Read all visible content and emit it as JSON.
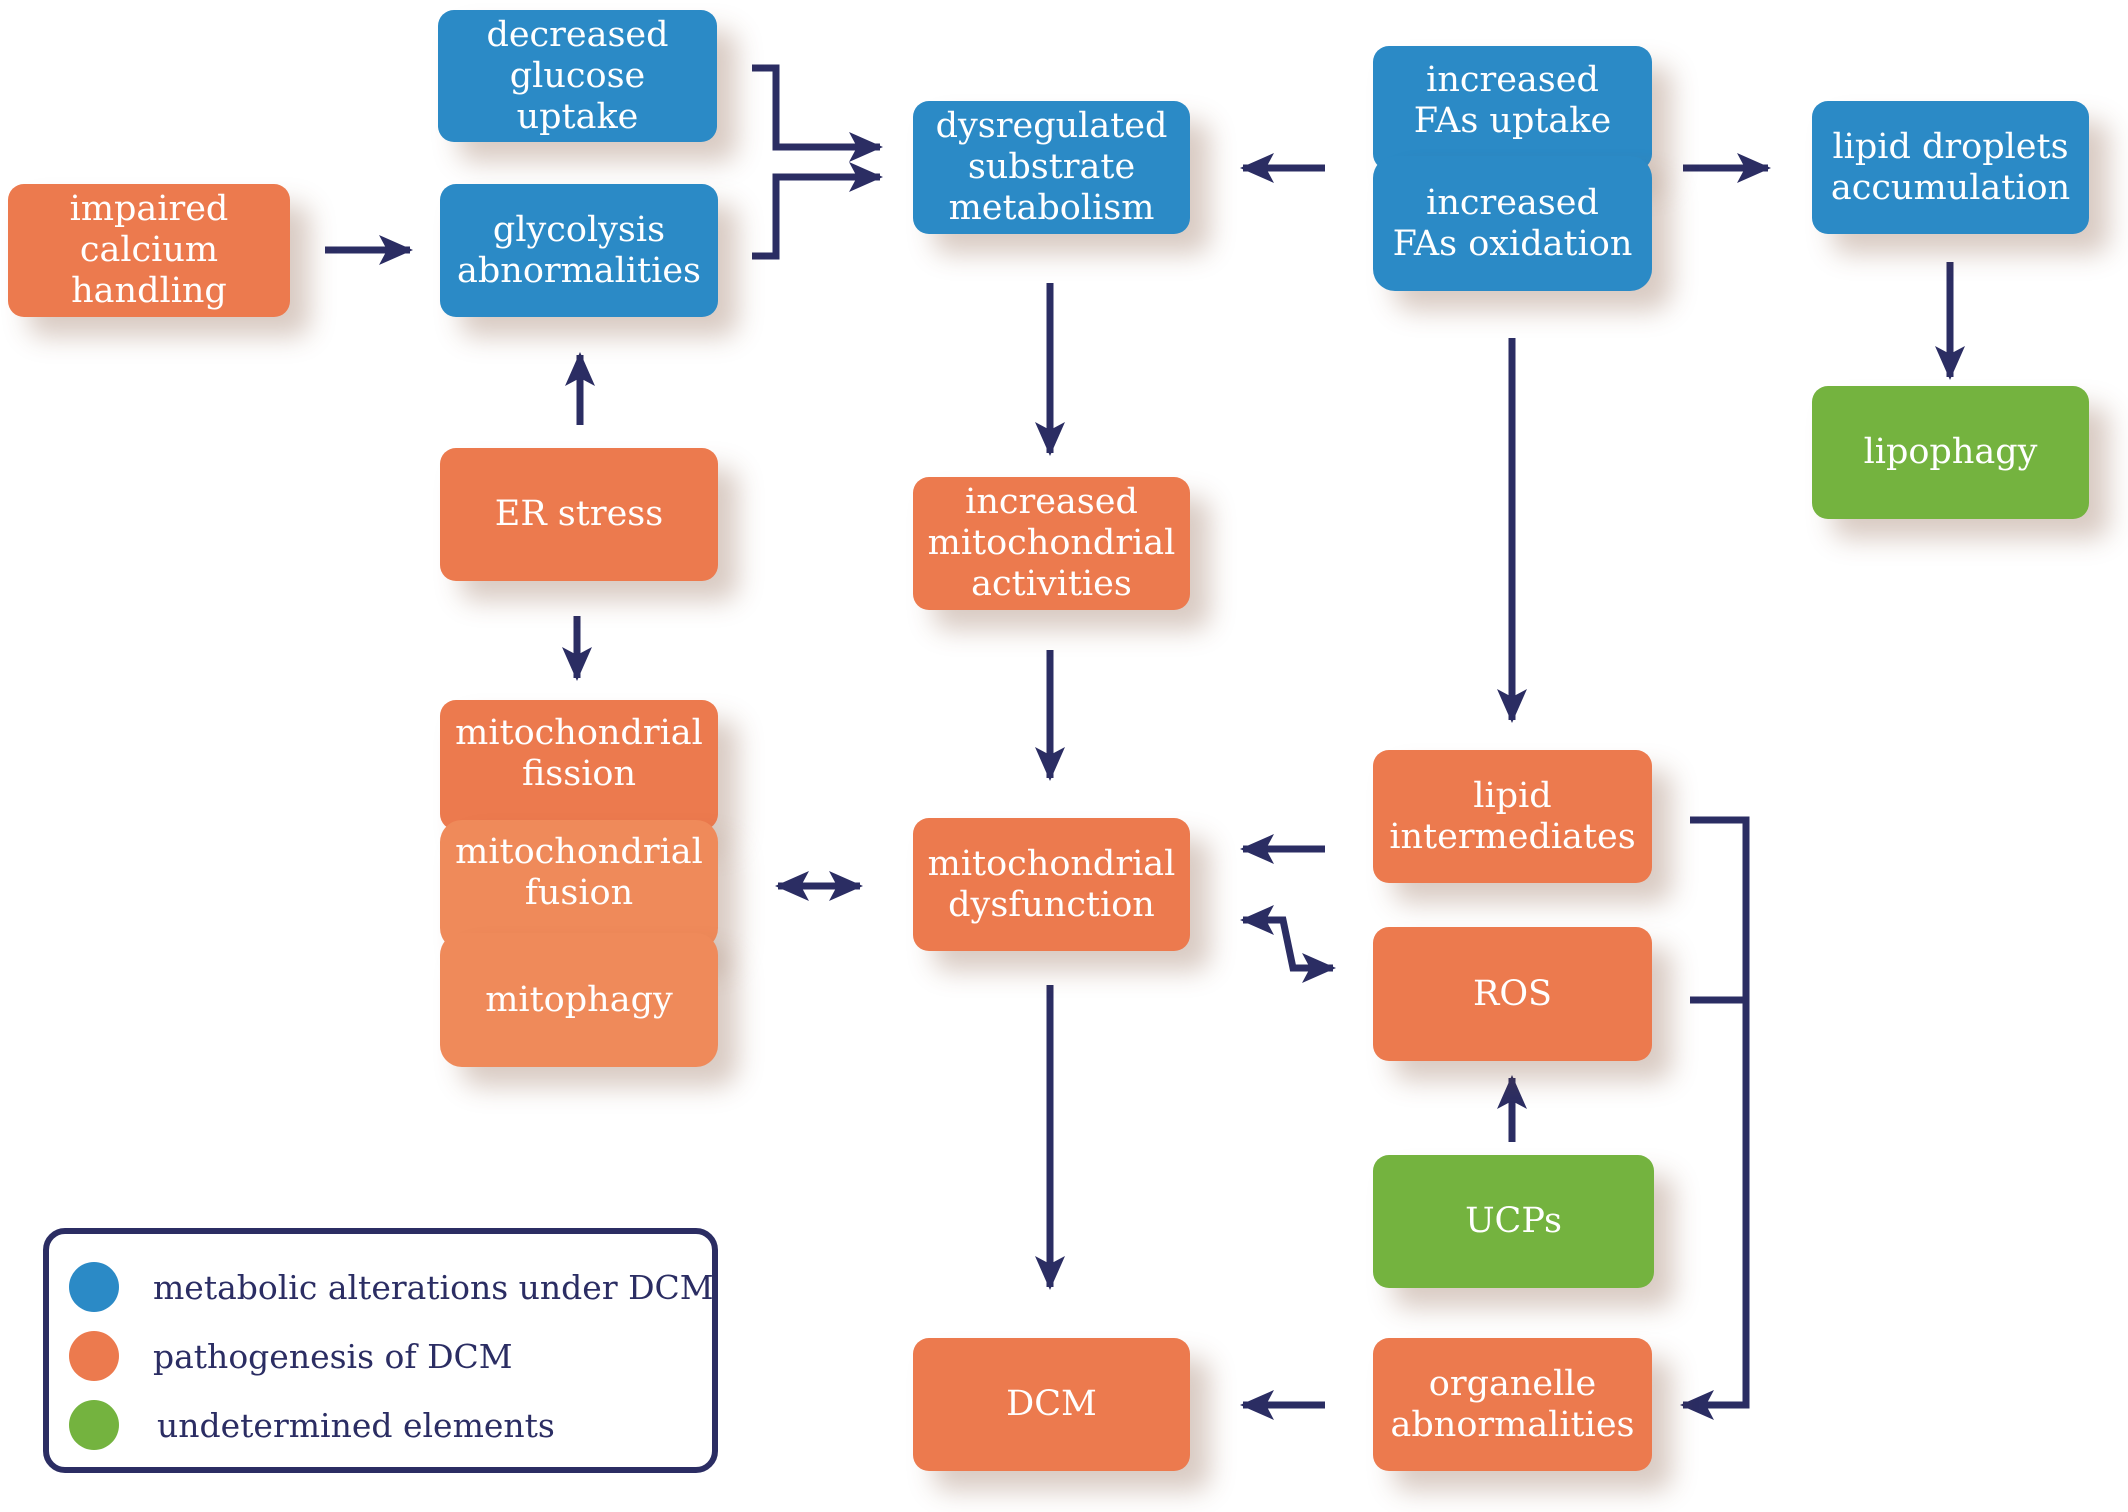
{
  "colors": {
    "metabolic": "#2b8ac6",
    "pathogenesis": "#ec7a4e",
    "undetermined": "#74b33f",
    "arrow": "#2b2d63"
  },
  "nodes": {
    "decreased_glucose_uptake": "decreased\nglucose uptake",
    "glycolysis_abnormalities": "glycolysis\nabnormalities",
    "impaired_calcium_handling": "impaired\ncalcium\nhandling",
    "dysregulated_substrate_metabolism": "dysregulated\nsubstrate\nmetabolism",
    "increased_fas_uptake": "increased\nFAs uptake",
    "increased_fas_oxidation": "increased\nFAs oxidation",
    "lipid_droplets_accumulation": "lipid droplets\naccumulation",
    "lipophagy": "lipophagy",
    "er_stress": "ER stress",
    "increased_mitochondrial_activities": "increased\nmitochondrial\nactivities",
    "mitochondrial_fission": "mitochondrial\nfission",
    "mitochondrial_fusion": "mitochondrial\nfusion",
    "mitophagy": "mitophagy",
    "mitochondrial_dysfunction": "mitochondrial\ndysfunction",
    "lipid_intermediates": "lipid\nintermediates",
    "ros": "ROS",
    "ucps": "UCPs",
    "dcm": "DCM",
    "organelle_abnormalities": "organelle\nabnormalities"
  },
  "legend": [
    {
      "label": "metabolic alterations under DCM",
      "color": "#2b8ac6"
    },
    {
      "label": "pathogenesis of DCM",
      "color": "#ec7a4e"
    },
    {
      "label": "undetermined elements",
      "color": "#74b33f"
    }
  ]
}
